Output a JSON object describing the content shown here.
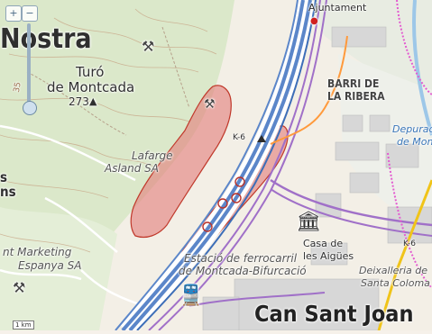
{
  "map": {
    "labels": {
      "place_nostra": "Nostra",
      "peak_name_1": "Turó",
      "peak_name_2": "de Montcada",
      "peak_elev": "273",
      "quarry_name_1": "Lafarge",
      "quarry_name_2": "Asland SA",
      "left_ns": "ns",
      "left_s": "s",
      "marketing_1": "nt Marketing",
      "marketing_2": "Espanya SA",
      "barri_1": "BARRI DE",
      "barri_2": "LA RIBERA",
      "ajuntament": "Ajuntament",
      "depurad_1": "Depurad",
      "depurad_2": "de Mont",
      "casa_1": "Casa de",
      "casa_2": "les Aigües",
      "estacio_1": "Estació de ferrocarril",
      "estacio_2": "de Montcada-Bifurcació",
      "deix_1": "Deixalleria de",
      "deix_2": "Santa Coloma",
      "can_sant_joan": "Can Sant Joan",
      "road_k6": "K-6",
      "road_k6_b": "K-6",
      "scale": "1 km",
      "contour_35": "35",
      "zoom_in": "+",
      "zoom_out": "−"
    },
    "colors": {
      "background": "#f6f1ea",
      "forest": "#d9e8c8",
      "highlight_fill": "#e27b79",
      "highlight_stroke": "#c0392b",
      "motorway": "#5b86c9",
      "railway": "#a070c8",
      "water": "#9dc7e8",
      "urban": "#d8d8d8",
      "contour": "#c9a98a"
    },
    "icons": [
      "zoom-in-icon",
      "zoom-out-icon",
      "quarry-icon",
      "peak-icon",
      "building-icon",
      "train-icon",
      "pin-icon"
    ]
  }
}
